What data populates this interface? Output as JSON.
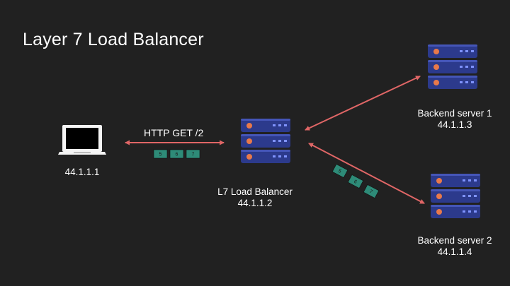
{
  "title": "Layer 7 Load Balancer",
  "client": {
    "ip": "44.1.1.1"
  },
  "request": {
    "label": "HTTP GET /2"
  },
  "load_balancer": {
    "name": "L7 Load Balancer",
    "ip": "44.1.1.2"
  },
  "backends": [
    {
      "name": "Backend server 1",
      "ip": "44.1.1.3"
    },
    {
      "name": "Backend server 2",
      "ip": "44.1.1.4"
    }
  ],
  "packets_client": [
    "5",
    "6",
    "7"
  ],
  "packets_backend": [
    "5",
    "6",
    "7"
  ],
  "colors": {
    "background": "#212121",
    "arrow": "#e06666",
    "packet": "#2e8b78",
    "server_body": "#2c3a8c",
    "server_dot": "#e8794a",
    "server_led": "#7f93ff"
  },
  "icons": {
    "client": "laptop-icon",
    "server": "server-rack-icon"
  }
}
